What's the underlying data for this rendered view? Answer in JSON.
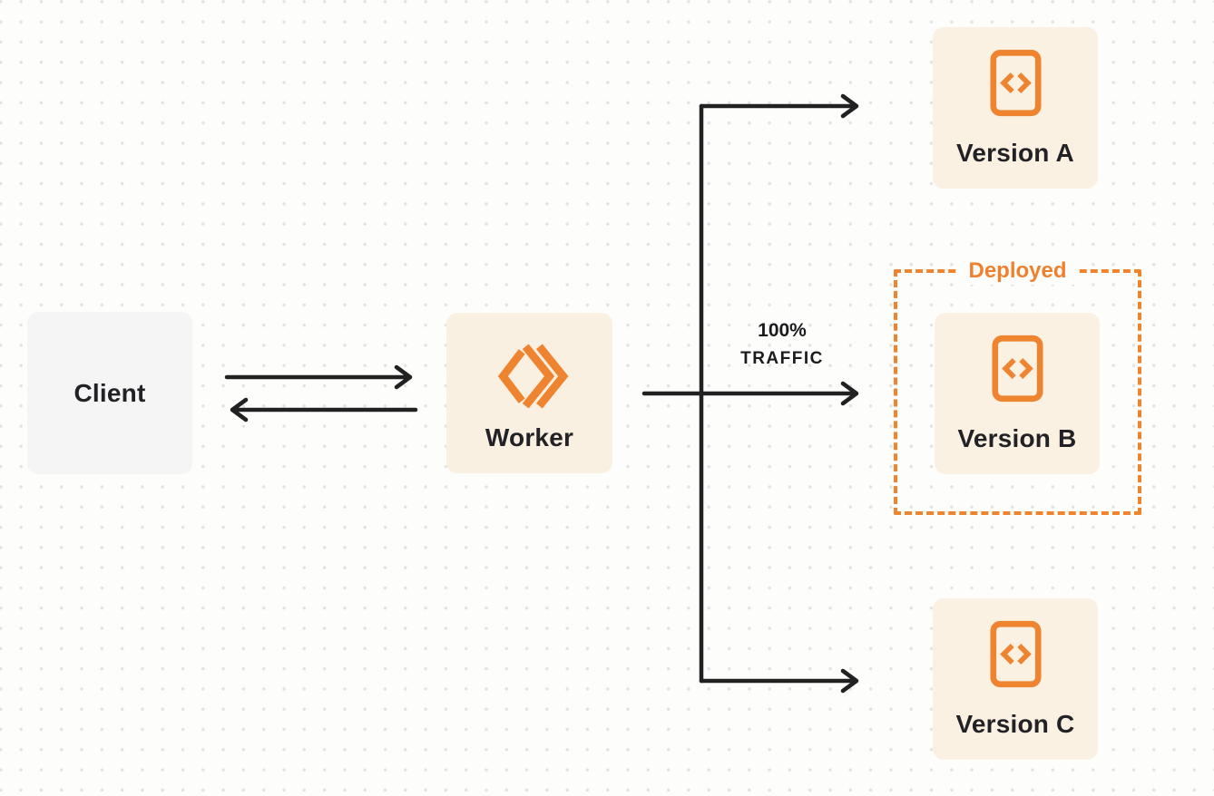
{
  "colors": {
    "canvas_bg": "#fdfdfc",
    "dot": "#e3e3e3",
    "line": "#212121",
    "accent_orange": "#ef8430",
    "deployed_orange": "#ee8130",
    "client_fill": "#f5f5f6",
    "worker_fill": "#faf0e1",
    "version_fill": "#fbf1e2",
    "text_dark": "#222226"
  },
  "nodes": {
    "client": {
      "label": "Client"
    },
    "worker": {
      "label": "Worker",
      "icon": "workers-logo-icon"
    },
    "version_a": {
      "label": "Version A",
      "icon": "code-file-icon"
    },
    "version_b": {
      "label": "Version B",
      "icon": "code-file-icon"
    },
    "version_c": {
      "label": "Version C",
      "icon": "code-file-icon"
    }
  },
  "annotations": {
    "deployed_label": "Deployed",
    "traffic_line1": "100%",
    "traffic_line2": "TRAFFIC"
  }
}
